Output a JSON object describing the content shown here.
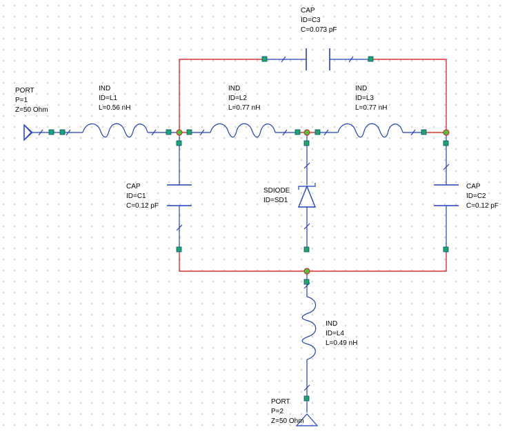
{
  "components": {
    "L1": {
      "type": "IND",
      "id": "ID=L1",
      "value": "L=0.56 nH"
    },
    "L2": {
      "type": "IND",
      "id": "ID=L2",
      "value": "L=0.77 nH"
    },
    "L3": {
      "type": "IND",
      "id": "ID=L3",
      "value": "L=0.77 nH"
    },
    "L4": {
      "type": "IND",
      "id": "ID=L4",
      "value": "L=0.49 nH"
    },
    "C1": {
      "type": "CAP",
      "id": "ID=C1",
      "value": "C=0.12 pF"
    },
    "C2": {
      "type": "CAP",
      "id": "ID=C2",
      "value": "C=0.12 pF"
    },
    "C3": {
      "type": "CAP",
      "id": "ID=C3",
      "value": "C=0.073 pF"
    },
    "SD1": {
      "type": "SDIODE",
      "id": "ID=SD1"
    },
    "P1": {
      "type": "PORT",
      "port": "P=1",
      "impedance": "Z=50 Ohm"
    },
    "P2": {
      "type": "PORT",
      "port": "P=2",
      "impedance": "Z=50 Ohm"
    }
  },
  "colors": {
    "wire": "#1f3fbf",
    "red_wire": "#e03030",
    "pin": "#1aa86a",
    "node": "#4cc53a",
    "grid_dot": "#9a9a9a"
  }
}
